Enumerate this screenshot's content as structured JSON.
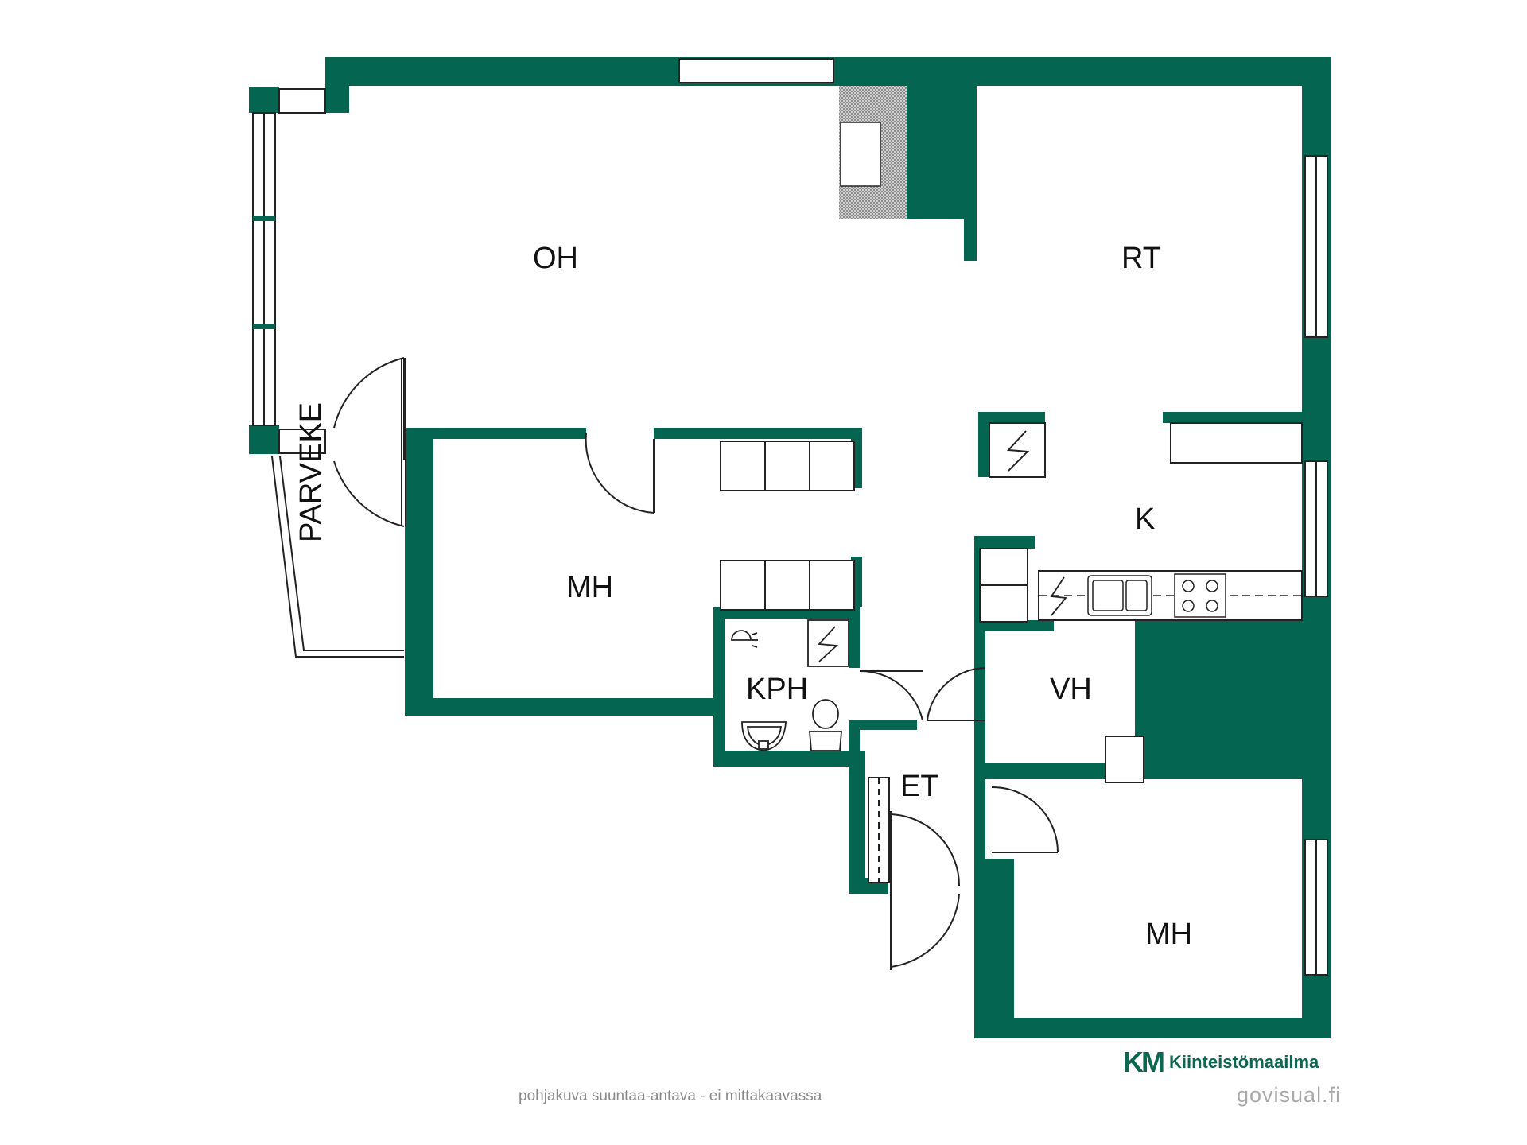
{
  "colors": {
    "wall": "#046650",
    "window": "#ffffff",
    "line": "#222222",
    "brand_green": "#0c6650",
    "brand_light": "#24b36b"
  },
  "rooms": {
    "oh": "OH",
    "rt": "RT",
    "k": "K",
    "mh1": "MH",
    "kph": "KPH",
    "vh": "VH",
    "et": "ET",
    "mh2": "MH",
    "parveke": "PARVEKE"
  },
  "footer": {
    "disclaimer": "pohjakuva suuntaa-antava - ei mittakaavassa",
    "credit": "govisual.fi"
  },
  "logo": {
    "mark": "KM",
    "name": "Kiinteistömaailma"
  },
  "icons": [
    "electric-panel-icon",
    "toilet-icon",
    "sink-icon",
    "shower-icon",
    "stove-icon",
    "kitchen-sink-icon",
    "fireplace-icon"
  ]
}
